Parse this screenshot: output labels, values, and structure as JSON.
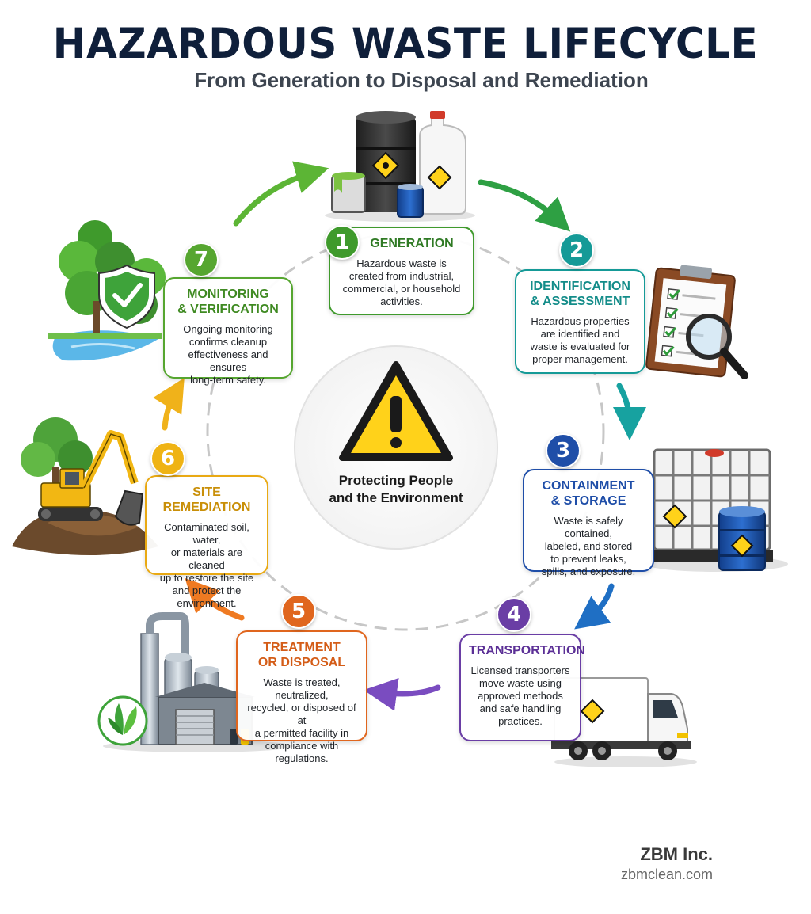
{
  "header": {
    "title": "HAZARDOUS WASTE LIFECYCLE",
    "subtitle": "From Generation to Disposal and Remediation"
  },
  "center": {
    "message": "Protecting People\nand the Environment",
    "icon": "warning-icon"
  },
  "stages": [
    {
      "number": "1",
      "title": "GENERATION",
      "description": "Hazardous waste is\ncreated from industrial,\ncommercial, or household\nactivities.",
      "color": "#3f9a2c",
      "icon": "waste-containers-icon"
    },
    {
      "number": "2",
      "title": "IDENTIFICATION\n& ASSESSMENT",
      "description": "Hazardous properties\nare identified and\nwaste is evaluated for\nproper management.",
      "color": "#159a97",
      "icon": "clipboard-magnifier-icon"
    },
    {
      "number": "3",
      "title": "CONTAINMENT\n& STORAGE",
      "description": "Waste is safely contained,\nlabeled, and stored\nto prevent leaks,\nspills, and exposure.",
      "color": "#1f4ea8",
      "icon": "storage-tank-icon"
    },
    {
      "number": "4",
      "title": "TRANSPORTATION",
      "description": "Licensed transporters\nmove waste using\napproved methods\nand safe handling\npractices.",
      "color": "#6a3ea5",
      "icon": "truck-icon"
    },
    {
      "number": "5",
      "title": "TREATMENT\nOR DISPOSAL",
      "description": "Waste is treated, neutralized,\nrecycled, or disposed of at\na permitted facility in\ncompliance with\nregulations.",
      "color": "#e0661e",
      "icon": "facility-icon"
    },
    {
      "number": "6",
      "title": "SITE REMEDIATION",
      "description": "Contaminated soil, water,\nor materials are cleaned\nup to restore the site\nand protect the\nenvironment.",
      "color": "#e9a913",
      "icon": "excavator-icon"
    },
    {
      "number": "7",
      "title": "MONITORING\n& VERIFICATION",
      "description": "Ongoing monitoring\nconfirms cleanup\neffectiveness and ensures\nlong-term safety.",
      "color": "#56a630",
      "icon": "shield-check-icon"
    }
  ],
  "footer": {
    "company": "ZBM Inc.",
    "website": "zbmclean.com"
  }
}
